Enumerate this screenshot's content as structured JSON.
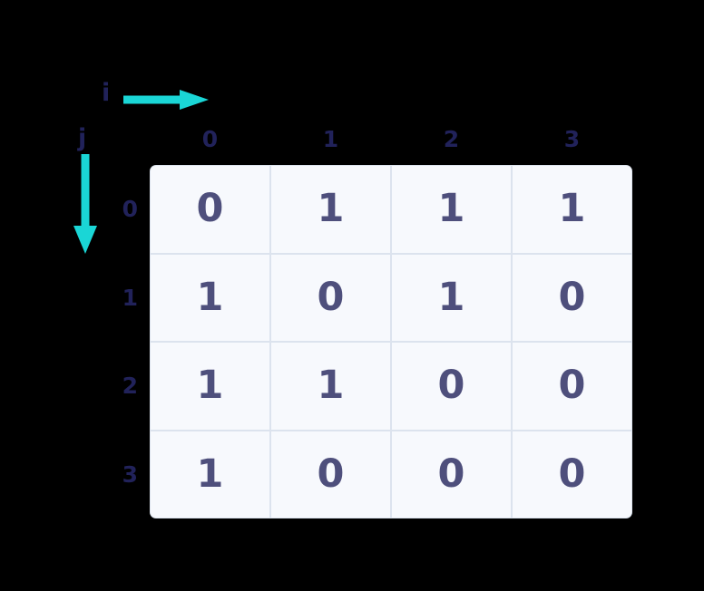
{
  "colors": {
    "background": "#000000",
    "accent_arrow": "#1ad6d6",
    "label_navy": "#21225a",
    "cell_value": "#4e4f7c",
    "cell_fill": "#f7f9fd",
    "cell_border": "#dce3ee"
  },
  "axes": {
    "horizontal": {
      "letter": "i",
      "arrow_icon": "arrow-right-icon",
      "direction": "right"
    },
    "vertical": {
      "letter": "j",
      "arrow_icon": "arrow-down-icon",
      "direction": "down"
    }
  },
  "chart_data": {
    "type": "table",
    "title": "",
    "xlabel": "i",
    "ylabel": "j",
    "columns": [
      "0",
      "1",
      "2",
      "3"
    ],
    "rows": [
      "0",
      "1",
      "2",
      "3"
    ],
    "values": [
      [
        0,
        1,
        1,
        1
      ],
      [
        1,
        0,
        1,
        0
      ],
      [
        1,
        1,
        0,
        0
      ],
      [
        1,
        0,
        0,
        0
      ]
    ],
    "cells": [
      [
        "0",
        "1",
        "1",
        "1"
      ],
      [
        "1",
        "0",
        "1",
        "0"
      ],
      [
        "1",
        "1",
        "0",
        "0"
      ],
      [
        "1",
        "0",
        "0",
        "0"
      ]
    ]
  }
}
